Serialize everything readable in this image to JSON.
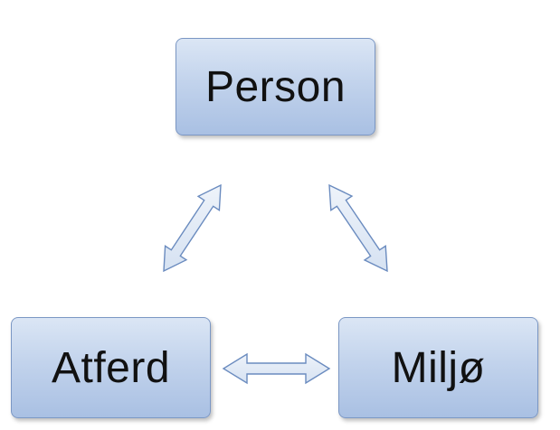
{
  "diagram": {
    "nodes": {
      "person": "Person",
      "atferd": "Atferd",
      "miljo": "Miljø"
    },
    "connections": [
      {
        "from": "person",
        "to": "atferd",
        "direction": "bidirectional"
      },
      {
        "from": "person",
        "to": "miljo",
        "direction": "bidirectional"
      },
      {
        "from": "atferd",
        "to": "miljo",
        "direction": "bidirectional"
      }
    ],
    "colors": {
      "node_fill_top": "#dbe6f5",
      "node_fill_bottom": "#a9c0e3",
      "node_border": "#7b97c4",
      "arrow_fill": "#e4ecf7",
      "arrow_stroke": "#6a8bbf",
      "text": "#111111"
    }
  }
}
